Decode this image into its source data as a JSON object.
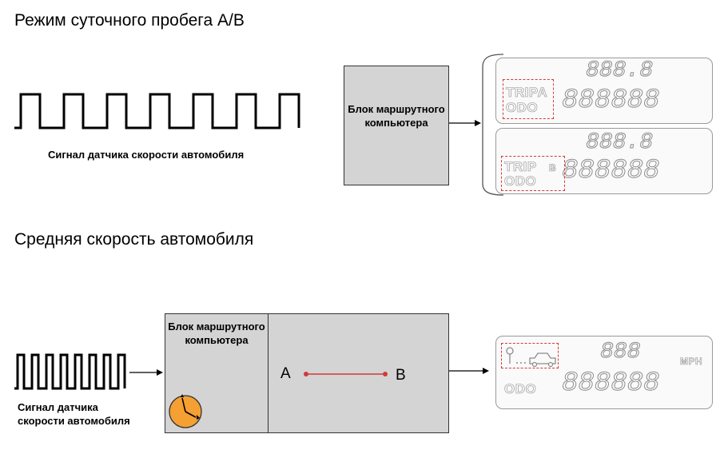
{
  "section1": {
    "title": "Режим суточного пробега А/В",
    "signal_caption": "Сигнал датчика скорости автомобиля",
    "block_label": "Блок маршрутного компьютера",
    "display_a": {
      "label_top": "TRIPA",
      "label_bottom": "ODO",
      "digits_top": "888.8",
      "digits_bottom": "888888"
    },
    "display_b": {
      "label_top": "TRIP",
      "label_b": "B",
      "label_bottom": "ODO",
      "digits_top": "888.8",
      "digits_bottom": "888888"
    }
  },
  "section2": {
    "title": "Средняя скорость автомобиля",
    "signal_caption": "Сигнал датчика скорости автомобиля",
    "block_label": "Блок маршрутного компьютера",
    "point_a": "A",
    "point_b": "B",
    "display": {
      "unit": "MPH",
      "label_bottom": "ODO",
      "digits_top": "888",
      "digits_bottom": "888888"
    }
  },
  "colors": {
    "accent_red": "#d23a3a",
    "block_gray": "#d4d4d4",
    "clock_orange": "#f5a033"
  },
  "icons": [
    "square-wave-icon",
    "arrow-icon",
    "clock-icon",
    "trip-car-icon",
    "brace-icon"
  ]
}
